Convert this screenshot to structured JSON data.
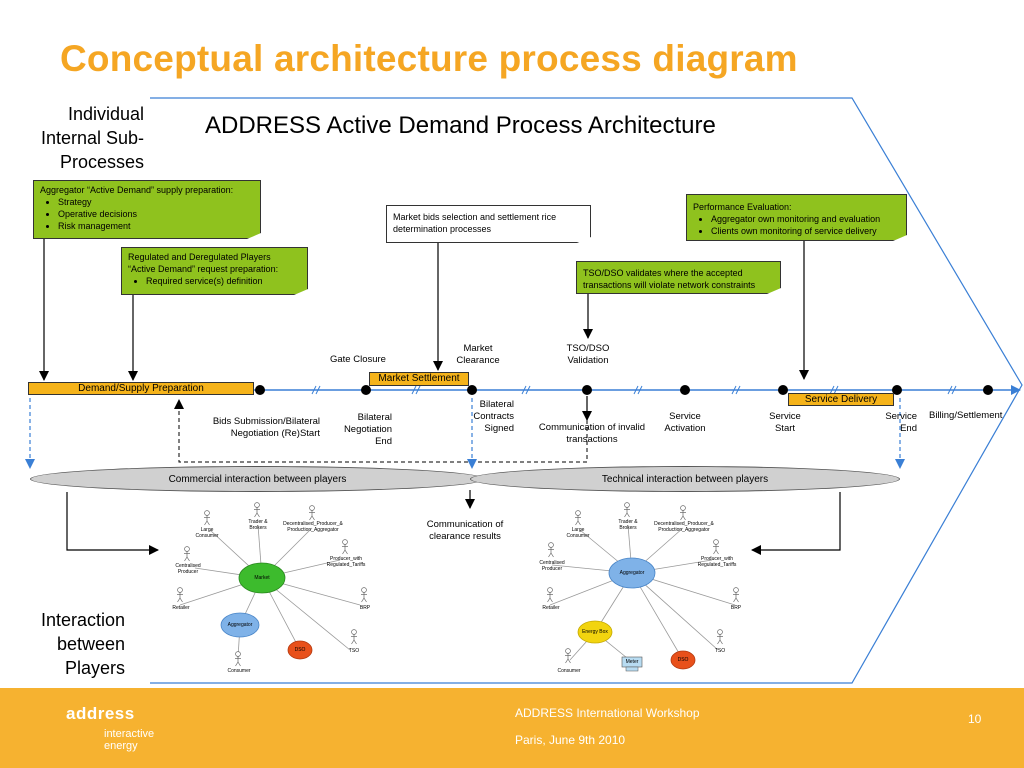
{
  "slide_title": "Conceptual architecture process diagram",
  "diagram_title": "ADDRESS Active Demand Process Architecture",
  "side_labels": {
    "top_line1": "Individual",
    "top_line2": "Internal Sub-",
    "top_line3": "Processes",
    "bottom_line1": "Interaction",
    "bottom_line2": "between",
    "bottom_line3": "Players"
  },
  "notes": {
    "aggregator": {
      "title": "Aggregator “Active Demand” supply preparation:",
      "items": [
        "Strategy",
        "Operative decisions",
        "Risk management"
      ]
    },
    "players": {
      "line1": "Regulated and Deregulated Players",
      "line2": "“Active Demand” request preparation:",
      "items": [
        "Required service(s) definition"
      ]
    },
    "market_bids": {
      "line1": "Market bids selection and settlement rice",
      "line2": "determination processes"
    },
    "tso_dso": {
      "line1": "TSO/DSO validates where the accepted",
      "line2": "transactions will violate network constraints"
    },
    "performance": {
      "title": "Performance Evaluation:",
      "items": [
        "Aggregator own monitoring and evaluation",
        "Clients own monitoring of service delivery"
      ]
    }
  },
  "phases": {
    "demand_supply": "Demand/Supply Preparation",
    "market_settlement": "Market Settlement",
    "service_delivery": "Service Delivery"
  },
  "timeline_labels": {
    "gate_closure": "Gate Closure",
    "market_clearance_1": "Market",
    "market_clearance_2": "Clearance",
    "tso_validation_1": "TSO/DSO",
    "tso_validation_2": "Validation",
    "bids_1": "Bids Submission/Bilateral",
    "bids_2": "Negotiation (Re)Start",
    "bilateral_end_1": "Bilateral",
    "bilateral_end_2": "Negotiation",
    "bilateral_end_3": "End",
    "contracts_1": "Bilateral",
    "contracts_2": "Contracts",
    "contracts_3": "Signed",
    "invalid_1": "Communication of invalid",
    "invalid_2": "transactions",
    "activation_1": "Service",
    "activation_2": "Activation",
    "start_1": "Service",
    "start_2": "Start",
    "end_1": "Service",
    "end_2": "End",
    "billing": "Billing/Settlement"
  },
  "interaction": {
    "commercial": "Commercial interaction between players",
    "technical": "Technical interaction between players",
    "clearance_1": "Communication of",
    "clearance_2": "clearance results"
  },
  "network_left": {
    "center": "Market",
    "aggregator": "Aggregator",
    "dso": "DSO",
    "actors": {
      "large_consumer": "Large\nConsumer",
      "trader": "Trader &\nBrokers",
      "decentralised": "Decentralised_Producer_&\nProduction_Aggregator",
      "producer_tariffs": "Producer_with\nRegulated_Tariffs",
      "centralised": "Centralised\nProducer",
      "brp": "BRP",
      "retailer": "Retailer",
      "tso": "TSO",
      "consumer": "Consumer"
    }
  },
  "network_right": {
    "center": "Aggregator",
    "energy_box": "Energy Box",
    "meter": "Meter",
    "dso": "DSO",
    "actors": {
      "large_consumer": "Large\nConsumer",
      "trader": "Trader &\nBrokers",
      "decentralised": "Decentralised_Producer_&\nProduction_Aggregator",
      "producer_tariffs": "Producer_with\nRegulated_Tariffs",
      "centralised": "Centralised\nProducer",
      "brp": "BRP",
      "retailer": "Retailer",
      "tso": "TSO",
      "consumer": "Consumer"
    }
  },
  "footer": {
    "logo_text": "address",
    "logo_sub1": "interactive",
    "logo_sub2": "energy",
    "workshop": "ADDRESS International Workshop",
    "place_date": "Paris, June 9th 2010",
    "page_number": "10"
  },
  "colors": {
    "title_orange": "#f5a623",
    "note_green": "#8fc21e",
    "phase_orange": "#f5b31a",
    "timeline_blue": "#3a7fd5",
    "footer": "#f6b230",
    "market_node": "#3dbb2d",
    "aggregator_node": "#7fb2e8",
    "dso_node": "#e8501a",
    "energy_box_node": "#f2d40f"
  }
}
